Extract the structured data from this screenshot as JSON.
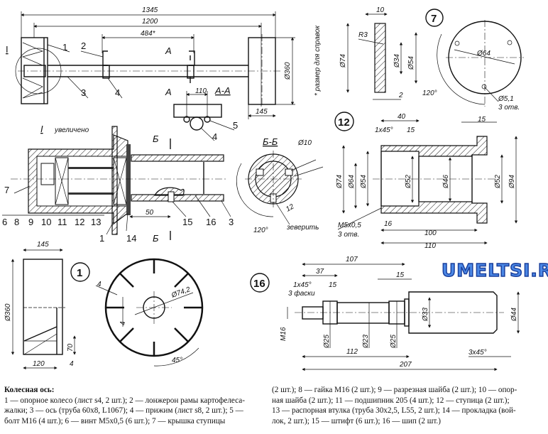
{
  "assembly": {
    "dims": {
      "overall": "1345",
      "track": "1200",
      "spar_spacing": "484*",
      "bolt_spacing": "110",
      "wheel_dia": "Ø360",
      "wheel_width": "145"
    },
    "section_marks": {
      "a_top": "A",
      "a_bottom": "A",
      "section_aa": "A-A"
    },
    "detail_mark": "I",
    "positions": {
      "p1": "1",
      "p2": "2",
      "p3": "3",
      "p4": "4",
      "p4b": "4",
      "p5": "5"
    },
    "note": "* размер для справок"
  },
  "detail_i": {
    "title_mark": "I",
    "title": "увеличено",
    "positions": [
      "6",
      "8",
      "9",
      "10",
      "11",
      "12",
      "13",
      "7",
      "1",
      "14",
      "15",
      "16",
      "3"
    ],
    "dim_50": "50",
    "section_mark_top": "Б",
    "section_mark_bottom": "Б"
  },
  "section_bb": {
    "title": "Б-Б",
    "dia_10": "Ø10",
    "dim_12": "12",
    "angle": "120°",
    "note": "зеверить"
  },
  "part7": {
    "number": "7",
    "dims": {
      "width": "10",
      "radius": "R3",
      "d74": "Ø74",
      "d34": "Ø34",
      "d54": "Ø54",
      "step": "2",
      "pcd": "Ø64",
      "angle": "120°",
      "hole": "Ø5,1",
      "hole_count": "3 отв."
    }
  },
  "part12": {
    "number": "12",
    "dims": {
      "l40": "40",
      "chamfer": "1x45°",
      "l15a": "15",
      "l15b": "15",
      "d74": "Ø74",
      "d64": "Ø64",
      "d54": "Ø54",
      "d52a": "Ø52",
      "d46": "Ø46",
      "d52b": "Ø52",
      "d94": "Ø94",
      "thread": "M5x0,5",
      "thread_count": "3 отв.",
      "l16": "16",
      "l100": "100",
      "l110": "110"
    }
  },
  "part1": {
    "number": "1",
    "dims": {
      "width": "145",
      "dia": "Ø360",
      "h70": "70",
      "l120": "120",
      "t4": "4",
      "rib4a": "4",
      "rib4b": "4",
      "hub": "Ø74,2",
      "angle": "45°"
    }
  },
  "part16": {
    "number": "16",
    "dims": {
      "l107": "107",
      "l37": "37",
      "l15a": "15",
      "l15b": "15",
      "chamfer": "1x45°",
      "chamfer_note": "3 фаски",
      "thread": "M16",
      "d25a": "Ø25",
      "d23": "Ø23",
      "d25b": "Ø25",
      "d33": "Ø33",
      "d44": "Ø44",
      "l112": "112",
      "l207": "207",
      "end_chamfer": "3x45°"
    }
  },
  "caption": {
    "title": "Колесная ось:",
    "left_lines": [
      "1 — опорное колесо (лист s4, 2 шт.); 2 — лонжерон рамы картофелеса-",
      "жалки; 3 — ось (труба 60x8, L1067); 4 — прижим (лист s8, 2 шт.); 5 —",
      "болт M16 (4 шт.); 6 — винт M5x0,5 (6 шт.); 7 — крышка ступицы"
    ],
    "right_lines": [
      "(2 шт.); 8 — гайка M16 (2 шт.); 9 — разрезная шайба (2 шт.); 10 — опор-",
      "ная шайба (2 шт.); 11 — подшипник 205 (4 шт.); 12 — ступица (2 шт.);",
      "13 — распорная втулка (труба 30x2,5, L55, 2 шт.); 14 — прокладка (вой-",
      "лок, 2 шт.); 15 — штифт (6 шт.); 16 — шип (2 шт.)"
    ]
  },
  "watermark": "UMELTSI.RU",
  "colors": {
    "ink": "#111111",
    "watermark_fill": "#4b88e6",
    "watermark_stroke": "#1a3f9c"
  }
}
